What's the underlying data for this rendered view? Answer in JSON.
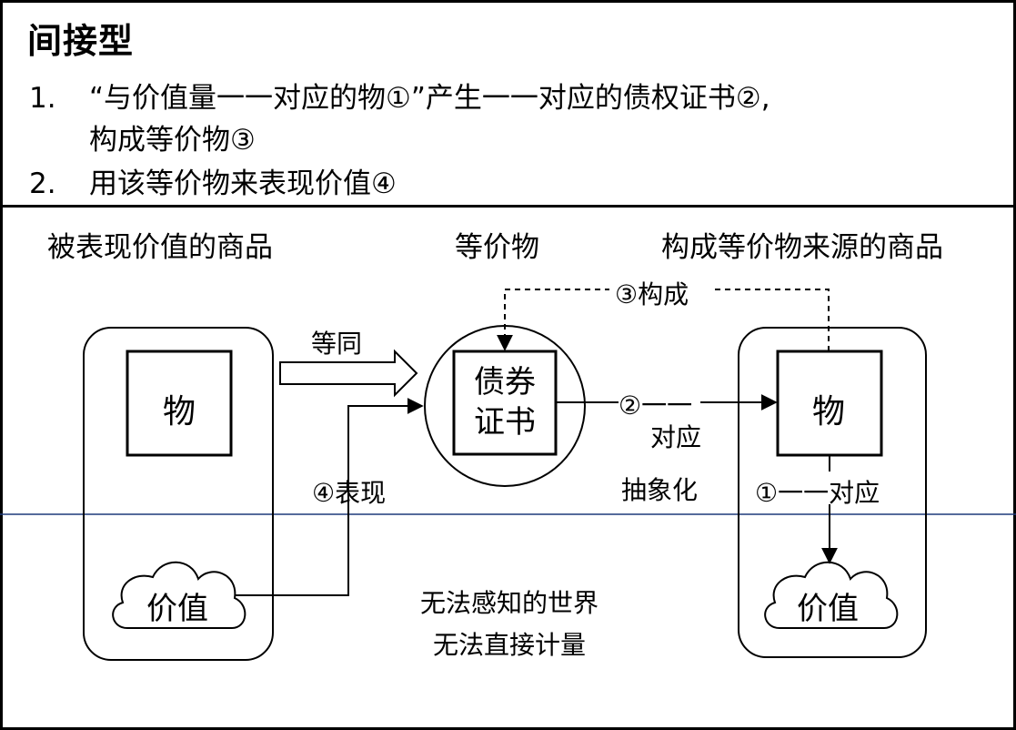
{
  "header": {
    "title": "间接型",
    "points": [
      {
        "num": "1.",
        "text": "“与价值量一一对应的物①”产生一一对应的债权证书②,",
        "cont": "构成等价物③"
      },
      {
        "num": "2.",
        "text": "用该等价物来表现价值④"
      }
    ]
  },
  "diagram": {
    "headings": {
      "left": "被表现价值的商品",
      "center": "等价物",
      "right": "构成等价物来源的商品"
    },
    "left_goods": {
      "thing": "物",
      "value": "价值"
    },
    "equivalent": {
      "line1": "债券",
      "line2": "证书"
    },
    "right_goods": {
      "thing": "物",
      "value": "价值"
    },
    "labels": {
      "equate": "等同",
      "constitute": "③构成",
      "express": "④表现",
      "correspond2_line1": "②一一",
      "correspond2_line2": "对应",
      "abstraction": "抽象化",
      "correspond1": "①一一对应"
    },
    "world": {
      "line1": "无法感知的世界",
      "line2": "无法直接计量"
    }
  },
  "colors": {
    "divider": "#1f3a7a",
    "stroke": "#000000"
  }
}
